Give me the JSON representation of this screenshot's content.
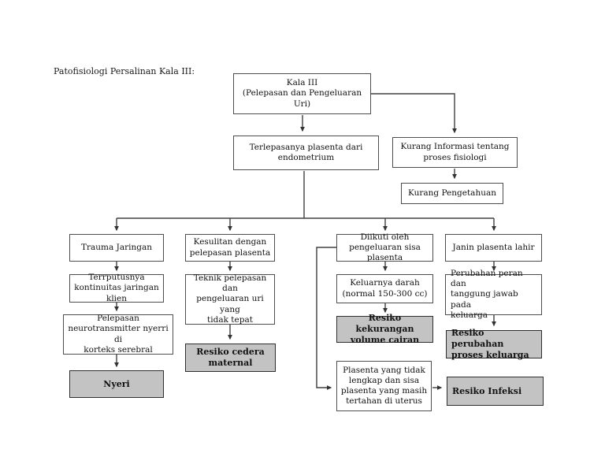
{
  "page": {
    "title": "Patofisiologi Persalinan Kala III:"
  },
  "colors": {
    "background": "#ffffff",
    "box_border": "#4d4d4d",
    "highlight_fill": "#c3c3c3",
    "connector_line": "#404040",
    "text": "#111111"
  },
  "nodes": {
    "kala_iii": "Kala III\n(Pelepasan dan Pengeluaran Uri)",
    "terlepasnya_plasenta": "Terlepasanya plasenta dari\nendometrium",
    "kurang_informasi": "Kurang Informasi tentang\nproses fisiologi",
    "kurang_pengetahuan": "Kurang Pengetahuan",
    "trauma_jaringan": "Trauma Jaringan",
    "terputusnya_kontinuitas": "Terrputusnya\nkontinuitas jaringan\nklien",
    "pelepasan_neurotransmitter": "Pelepasan\nneurotransmitter nyerri di\nkorteks serebral",
    "nyeri": "Nyeri",
    "kesulitan_pelepasan": "Kesulitan dengan\npelepasan plasenta",
    "teknik_pelepasan": "Teknik pelepasan dan\npengeluaran uri yang\ntidak tepat",
    "resiko_cedera_maternal": "Resiko cedera\nmaternal",
    "diikuti_pengeluaran": "Diikuti oleh\npengeluaran sisa\nplasenta",
    "keluarnya_darah": "Keluarnya darah\n(normal 150-300 cc)",
    "resiko_kekurangan_volume": "Resiko kekurangan\nvolume cairan",
    "plasenta_tertahan": "Plasenta yang tidak\nlengkap dan sisa\nplasenta yang masih\ntertahan di uterus",
    "resiko_infeksi": "Resiko Infeksi",
    "janin_plasenta_lahir": "Janin plasenta lahir",
    "perubahan_peran": "Perubahan peran dan\ntanggung jawab pada\nkeluarga",
    "resiko_perubahan_proses": "Resiko perubahan\nproses keluarga"
  }
}
